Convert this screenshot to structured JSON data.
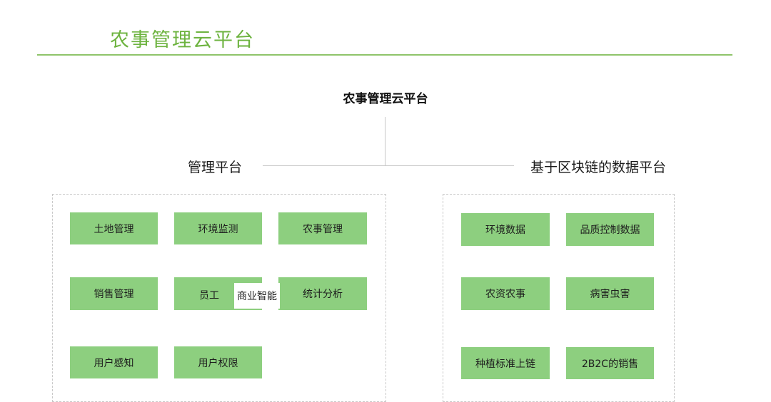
{
  "header": {
    "title": "农事管理云平台"
  },
  "diagram": {
    "root": "农事管理云平台",
    "left": {
      "title": "管理平台",
      "items": [
        "土地管理",
        "环境监测",
        "农事管理",
        "销售管理",
        "员工",
        "统计分析",
        "用户感知",
        "用户权限"
      ],
      "overlay": "商业智能"
    },
    "right": {
      "title": "基于区块链的数据平台",
      "items": [
        "环境数据",
        "品质控制数据",
        "农资农事",
        "病害虫害",
        "种植标准上链",
        "2B2C的销售"
      ]
    }
  }
}
